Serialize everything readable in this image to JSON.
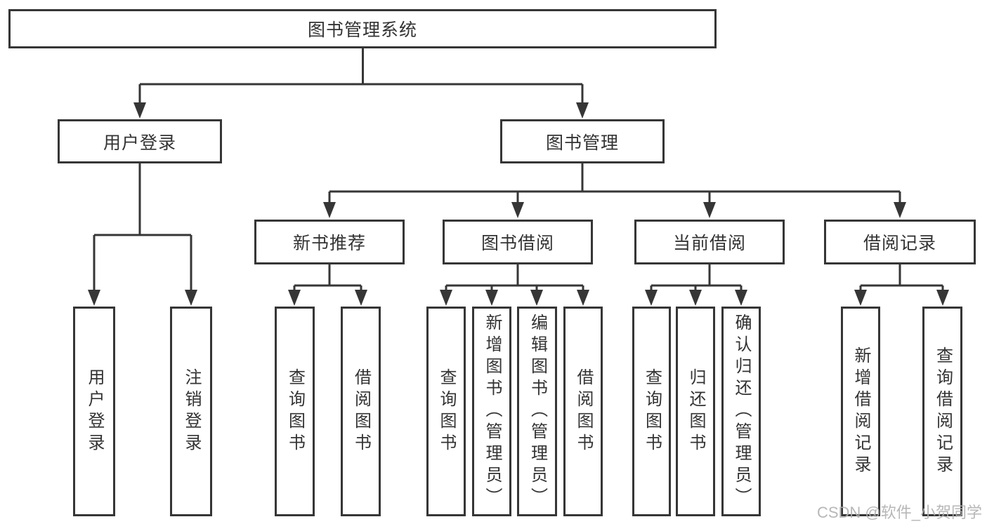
{
  "diagram": {
    "root": {
      "label": "图书管理系统"
    },
    "branches": [
      {
        "label": "用户登录",
        "children": [
          {
            "label": "用户登录"
          },
          {
            "label": "注销登录"
          }
        ]
      },
      {
        "label": "图书管理",
        "children": [
          {
            "label": "新书推荐",
            "children": [
              {
                "label": "查询图书"
              },
              {
                "label": "借阅图书"
              }
            ]
          },
          {
            "label": "图书借阅",
            "children": [
              {
                "label": "查询图书"
              },
              {
                "label": "新增图书（管理员）"
              },
              {
                "label": "编辑图书（管理员）"
              },
              {
                "label": "借阅图书"
              }
            ]
          },
          {
            "label": "当前借阅",
            "children": [
              {
                "label": "查询图书"
              },
              {
                "label": "归还图书"
              },
              {
                "label": "确认归还（管理员）"
              }
            ]
          },
          {
            "label": "借阅记录",
            "children": [
              {
                "label": "新增借阅记录"
              },
              {
                "label": "查询借阅记录"
              }
            ]
          }
        ]
      }
    ]
  },
  "watermark": "CSDN @软件_小贺同学",
  "colors": {
    "line": "#363636",
    "text": "#333333",
    "watermark": "#b0b0b0"
  }
}
